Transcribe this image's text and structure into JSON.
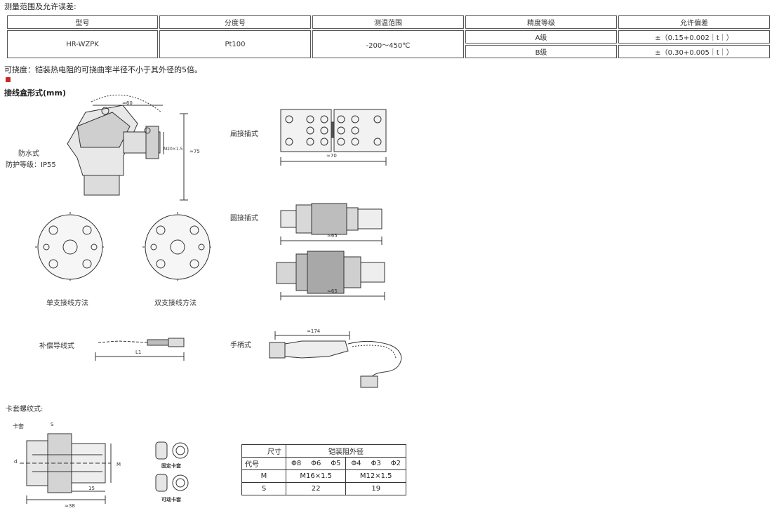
{
  "header": {
    "title": "测量范围及允许误差:"
  },
  "spec_table": {
    "headers": [
      "型号",
      "分度号",
      "测温范围",
      "精度等级",
      "允许偏差"
    ],
    "model": "HR-WZPK",
    "index_no": "Pt100",
    "range": "-200～450℃",
    "grades": [
      {
        "grade": "A级",
        "tolerance": "±（0.15+0.002｜t｜）"
      },
      {
        "grade": "B级",
        "tolerance": "±（0.30+0.005｜t｜）"
      }
    ]
  },
  "note": "可挠度：铠装热电阻的可挠曲率半径不小于其外径的5倍。",
  "section_title": "接线盒形式(mm)",
  "labels": {
    "waterproof": "防水式",
    "protection": "防护等级：IP55",
    "flat_plug": "扁接插式",
    "round_plug": "圆接插式",
    "single_wiring": "单支接线方法",
    "double_wiring": "双支接线方法",
    "comp_wire": "补偿导线式",
    "handle": "手柄式",
    "ferrule_thread": "卡套螺纹式:"
  },
  "dims": {
    "d60": "≈60",
    "d75": "≈75",
    "m20": "M20×1.5",
    "d70": "≈70",
    "d65a": "≈65",
    "d65b": "≈65",
    "d174": "≈174",
    "l1": "L1",
    "ferrule": "卡套",
    "s": "S",
    "d": "d",
    "m": "M",
    "d15": "15",
    "d38": "≈38",
    "fixed_ferrule": "固定卡套",
    "movable_ferrule": "可动卡套"
  },
  "dia_table": {
    "size": "尺寸",
    "code": "代号",
    "group": "铠装阻外径",
    "diameters": [
      "Φ8",
      "Φ6",
      "Φ5",
      "Φ4",
      "Φ3",
      "Φ2"
    ],
    "m_label": "M",
    "m_vals": [
      "M16×1.5",
      "M12×1.5"
    ],
    "s_label": "S",
    "s_vals": [
      "22",
      "19"
    ]
  }
}
